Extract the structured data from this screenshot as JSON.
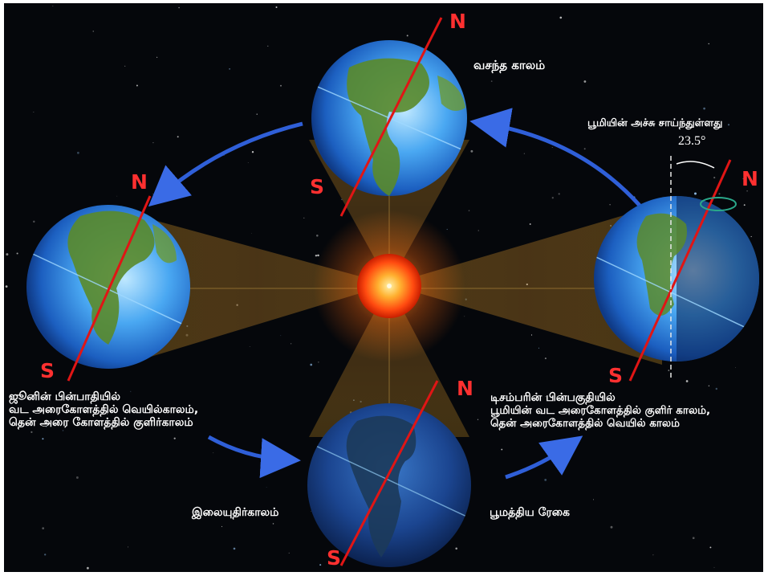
{
  "labels": {
    "spring": "வசந்த காலம்",
    "axis_tilt": "பூமியின் அச்சு சாய்ந்துள்ளது",
    "tilt_angle": "23.5°",
    "june_1": "ஜூனின் பின்பாதியில்",
    "june_2": "வட அரைகோளத்தில் வெயில்காலம்,",
    "june_3": "தென் அரை கோளத்தில் குளிர்காலம்",
    "dec_1": "டிசம்பரின் பின்பகுதியில்",
    "dec_2": "பூமியின் வட அரைகோளத்தில் குளிர் காலம்,",
    "dec_3": "தென் அரைகோளத்தில் வெயில் காலம்",
    "autumn": "இலையுதிர்காலம்",
    "equator": "பூமத்திய ரேகை"
  },
  "poles": {
    "north": "N",
    "south": "S"
  },
  "colors": {
    "pole_letters": "#ff3030",
    "axis_line": "#e01515",
    "orbit_arrow": "#2f5fd8",
    "sun_core": "#ffd860",
    "sun_edge": "#ff3a00",
    "ocean": "#3a9cf0",
    "land": "#5a8a2a",
    "background": "#05070b"
  },
  "icons": [
    "earth-globe-icon",
    "sun-icon",
    "orbit-arrow-icon",
    "rotation-arrow-icon"
  ]
}
